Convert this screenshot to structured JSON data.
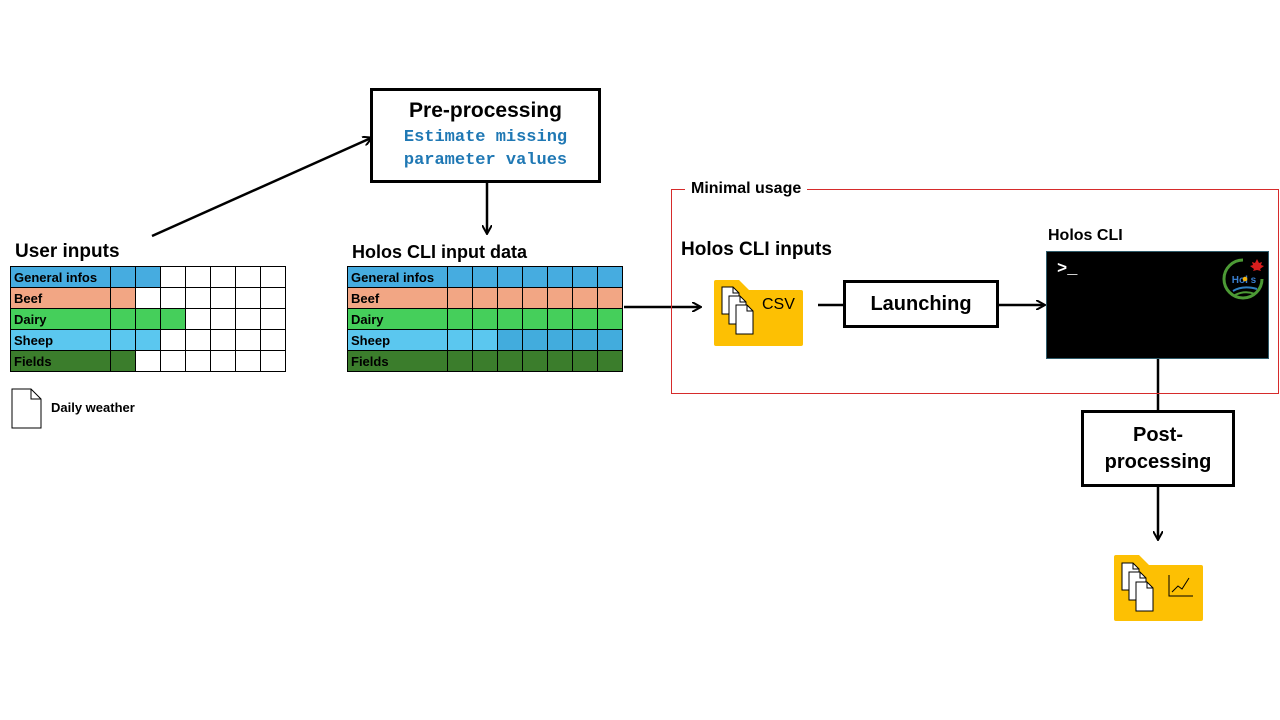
{
  "user_inputs": {
    "title": "User inputs"
  },
  "preprocessing": {
    "title": "Pre-processing",
    "line1": "Estimate missing",
    "line2": "parameter values"
  },
  "input_data": {
    "title": "Holos CLI input data"
  },
  "row_labels": [
    "General infos",
    "Beef",
    "Dairy",
    "Sheep",
    "Fields"
  ],
  "daily_weather": "Daily weather",
  "minimal_usage": "Minimal usage",
  "cli_inputs": {
    "title": "Holos CLI inputs",
    "folder_label": "CSV"
  },
  "launching": "Launching",
  "holos_cli": {
    "title": "Holos CLI",
    "prompt": ">_",
    "logo_text": "Hol s"
  },
  "postprocessing": {
    "line1": "Post-",
    "line2": "processing"
  },
  "colors": {
    "general": "#46ace0",
    "beef": "#f2a684",
    "dairy": "#45cf5b",
    "sheep": "#5bc7ef",
    "sheep_dark": "#42acdd",
    "fields": "#3b7d2c",
    "folder": "#fdc003",
    "red": "#d62b2b"
  }
}
